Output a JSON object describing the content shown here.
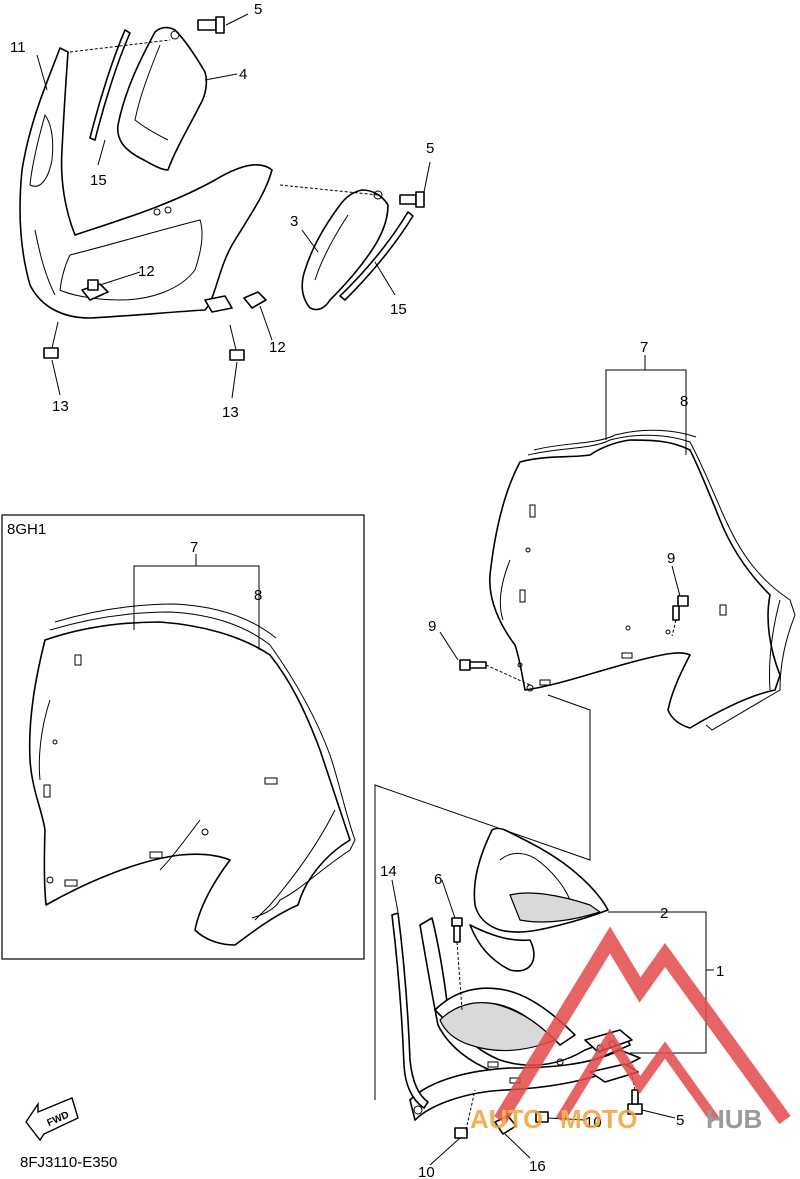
{
  "diagram": {
    "code": "8FJ3110-E350",
    "inset_label": "8GH1",
    "fwd_label": "FWD",
    "watermark": {
      "text_a": "AUTO",
      "text_b": "MOTO",
      "text_c": "HUB"
    },
    "callouts": [
      "1",
      "2",
      "3",
      "4",
      "5",
      "6",
      "7",
      "8",
      "9",
      "10",
      "11",
      "12",
      "13",
      "14",
      "15",
      "16"
    ],
    "colors": {
      "line": "#000000",
      "watermark_red": "#e34a4a",
      "watermark_orange": "#f2a23a",
      "watermark_grey": "#8a8a8a"
    }
  }
}
